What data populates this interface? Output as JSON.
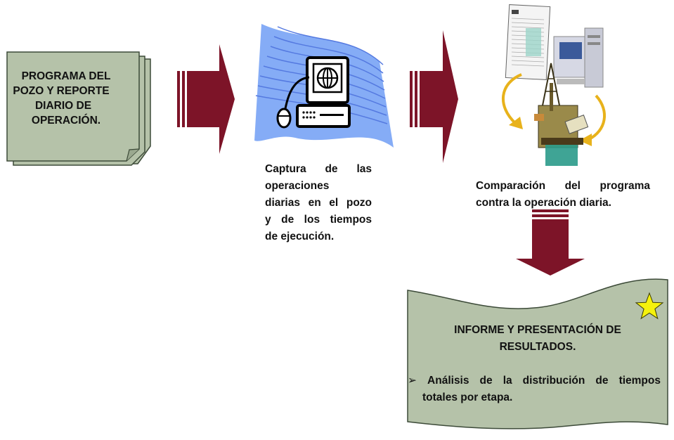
{
  "input_document": {
    "lines": [
      "PROGRAMA DEL",
      "POZO Y REPORTE",
      "DIARIO DE",
      "OPERACIÓN."
    ]
  },
  "capture_step": {
    "lines": [
      "Captura de las",
      "operaciones",
      "diarias en el pozo",
      "y de los tiempos",
      "de ejecución."
    ]
  },
  "comparison_step": {
    "lines": [
      "Comparación del programa",
      "contra la operación diaria."
    ]
  },
  "report": {
    "title_lines": [
      "INFORME Y PRESENTACIÓN DE",
      "RESULTADOS."
    ],
    "bullet_marker": "➢",
    "bullet_words": [
      "Análisis",
      "de",
      "la",
      "distribución",
      "de",
      "tiempos"
    ],
    "bullet_line2": "totales por etapa."
  },
  "colors": {
    "arrow": "#7d1428",
    "shape_fill": "#b5c2a9",
    "shape_stroke": "#3c4a38",
    "star": "#f5f20c",
    "cycle_arrow": "#e8b21b"
  },
  "icons": [
    "globe-icon",
    "computer-terminal-icon",
    "mouse-icon",
    "star-icon",
    "oil-platform-icon",
    "server-icon",
    "report-sheet-icon"
  ]
}
